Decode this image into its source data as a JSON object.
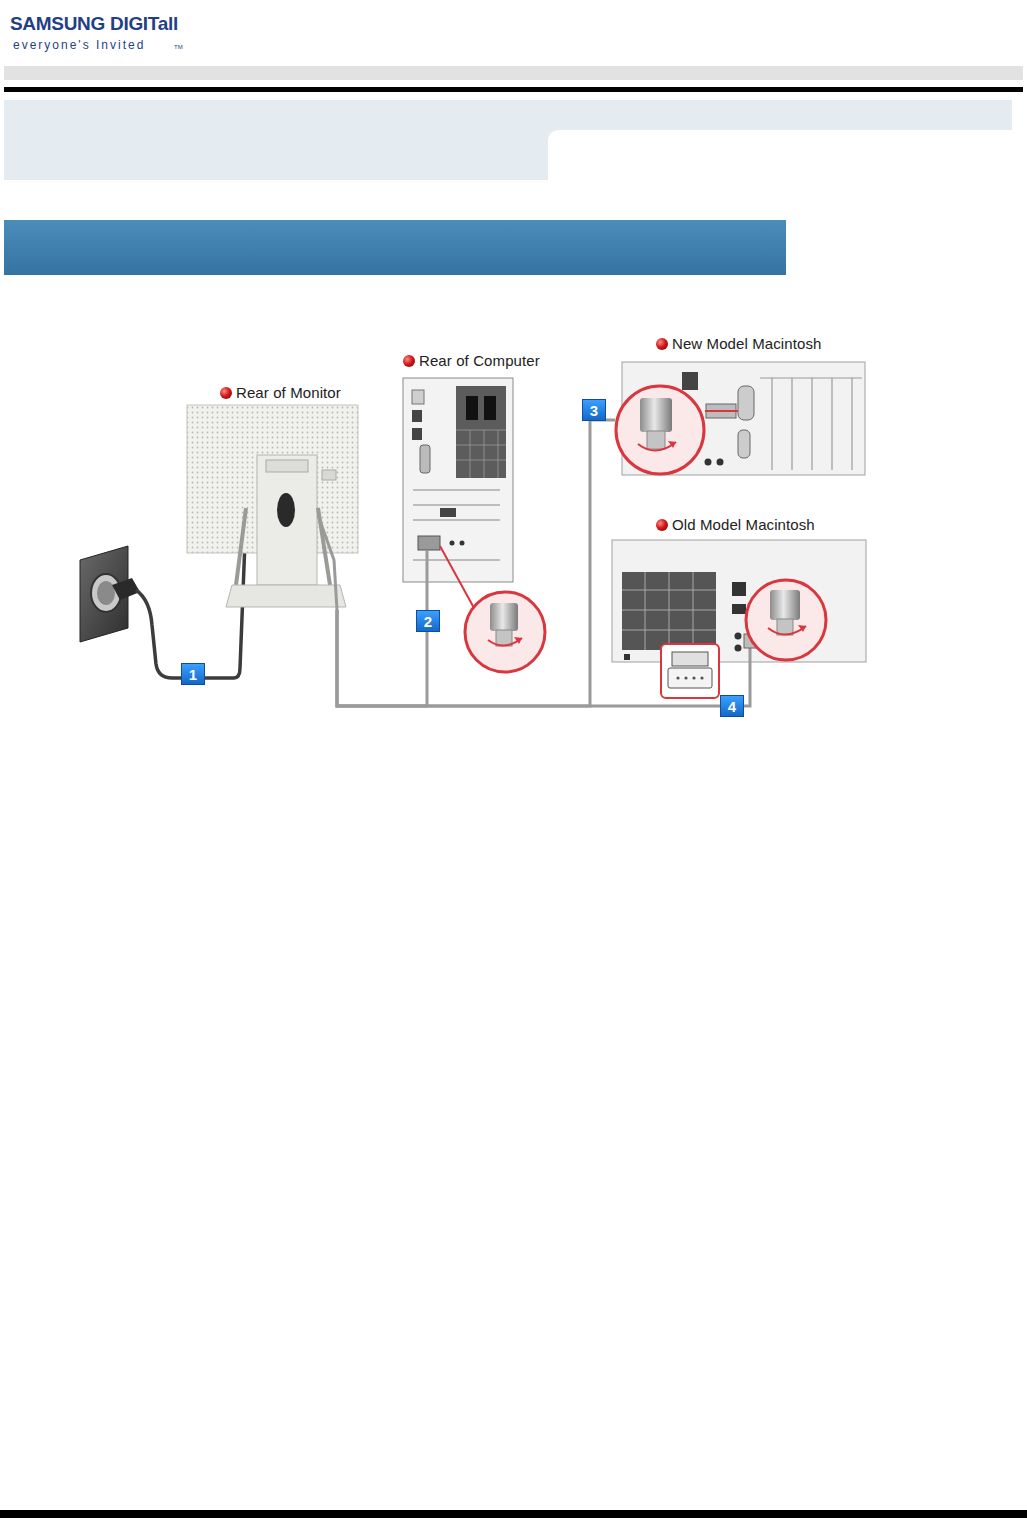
{
  "diagram": {
    "nodes": [
      {
        "text": [
          "Rear of Monitor"
        ]
      },
      {
        "text": [
          "Rear of Computer"
        ]
      },
      {
        "text": [
          "New Model Macintosh"
        ]
      },
      {
        "text": [
          "Old Model Macintosh"
        ]
      }
    ],
    "edges": [
      {
        "from": 0,
        "to": 1,
        "arrow": "none",
        "label": "2"
      },
      {
        "from": 0,
        "to": 2,
        "arrow": "none",
        "label": "3"
      },
      {
        "from": 0,
        "to": 3,
        "arrow": "none",
        "label": "4"
      }
    ],
    "labels": [
      "SAMSUNG DIGITall",
      "everyone's Invited",
      "TM",
      "1"
    ]
  }
}
